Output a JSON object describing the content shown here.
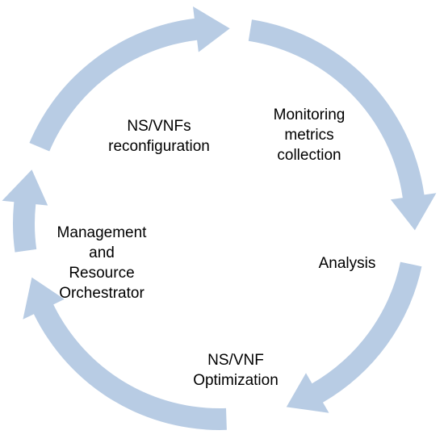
{
  "diagram": {
    "type": "cycle",
    "arrow_color": "#b8cce4",
    "steps": [
      {
        "id": "monitoring",
        "lines": [
          "Monitoring",
          "metrics",
          "collection"
        ]
      },
      {
        "id": "analysis",
        "lines": [
          "Analysis"
        ]
      },
      {
        "id": "optimization",
        "lines": [
          "NS/VNF",
          "Optimization"
        ]
      },
      {
        "id": "mano",
        "lines": [
          "Management",
          "and",
          "Resource",
          "Orchestrator"
        ]
      },
      {
        "id": "reconfiguration",
        "lines": [
          "NS/VNFs",
          "reconfiguration"
        ]
      }
    ]
  }
}
